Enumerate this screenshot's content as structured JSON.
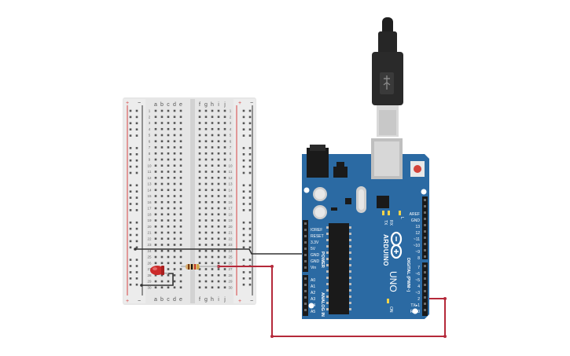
{
  "breadboard": {
    "columns_left": [
      "a",
      "b",
      "c",
      "d",
      "e"
    ],
    "columns_right": [
      "f",
      "g",
      "h",
      "i",
      "j"
    ],
    "rail_plus": "+",
    "rail_minus": "−",
    "rows": [
      "1",
      "2",
      "3",
      "4",
      "5",
      "6",
      "7",
      "8",
      "9",
      "10",
      "11",
      "12",
      "13",
      "14",
      "15",
      "16",
      "17",
      "18",
      "19",
      "20",
      "21",
      "22",
      "23",
      "24",
      "25",
      "26",
      "27",
      "28",
      "29",
      "30"
    ]
  },
  "arduino": {
    "brand": "ARDUINO",
    "model": "UNO",
    "power_header_title": "POWER",
    "analog_header_title": "ANALOG IN",
    "digital_header_title": "DIGITAL (PWM~)",
    "power_pins": [
      "IOREF",
      "RESET",
      "3.3V",
      "5V",
      "GND",
      "GND",
      "Vin"
    ],
    "analog_pins": [
      "A0",
      "A1",
      "A2",
      "A3",
      "A4",
      "A5"
    ],
    "digital_pins_top": [
      "AREF",
      "GND",
      "13",
      "12",
      "~11",
      "~10",
      "~9",
      "8"
    ],
    "digital_pins_bottom": [
      "7",
      "~6",
      "~5",
      "4",
      "~3",
      "2",
      "TX▸1",
      "RX◂0"
    ],
    "led_labels": [
      "L",
      "TX",
      "RX"
    ],
    "on_label": "ON"
  },
  "colors": {
    "board_blue": "#2b6aa3",
    "board_dark": "#1f4f7d",
    "wire_red": "#b5293a",
    "wire_black": "#333333",
    "breadboard_body": "#e6e6e6",
    "rail_red": "#d64545",
    "led_red": "#cc2a2a"
  }
}
